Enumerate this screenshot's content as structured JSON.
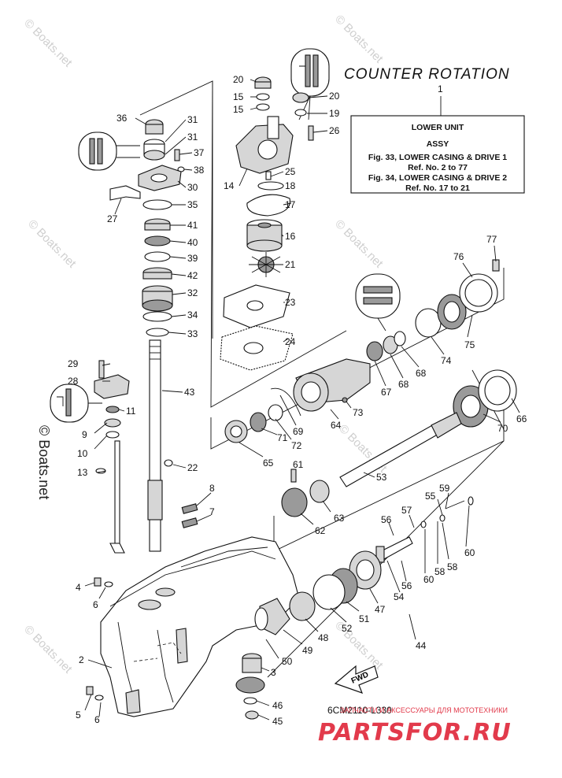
{
  "title": "COUNTER ROTATION",
  "assembly_box": {
    "ref_number": "1",
    "line1": "LOWER UNIT",
    "line2": "ASSY",
    "line3": "Fig. 33, LOWER CASING & DRIVE 1",
    "line4": "Ref. No. 2 to 77",
    "line5": "Fig. 34, LOWER CASING & DRIVE 2",
    "line6": "Ref. No. 17 to 21"
  },
  "diagram_code": "6CM2110-L330",
  "watermark": "© Boats.net",
  "footer_brand": {
    "name": "PARTSFOR.RU",
    "tagline": "ЗАПЧАСТИ И АКСЕССУАРЫ ДЛЯ МОТОТЕХНИКИ"
  },
  "fwd_label": "FWD",
  "colors": {
    "ink": "#111111",
    "brand": "#e23a4b",
    "watermark": "#cfcfcf"
  },
  "callouts": [
    {
      "label": "20"
    },
    {
      "label": "15"
    },
    {
      "label": "15"
    },
    {
      "label": "20"
    },
    {
      "label": "19"
    },
    {
      "label": "26"
    },
    {
      "label": "36"
    },
    {
      "label": "31"
    },
    {
      "label": "31"
    },
    {
      "label": "37"
    },
    {
      "label": "38"
    },
    {
      "label": "30"
    },
    {
      "label": "14"
    },
    {
      "label": "25"
    },
    {
      "label": "18"
    },
    {
      "label": "17"
    },
    {
      "label": "35"
    },
    {
      "label": "27"
    },
    {
      "label": "16"
    },
    {
      "label": "41"
    },
    {
      "label": "40"
    },
    {
      "label": "39"
    },
    {
      "label": "21"
    },
    {
      "label": "42"
    },
    {
      "label": "32"
    },
    {
      "label": "23"
    },
    {
      "label": "34"
    },
    {
      "label": "33"
    },
    {
      "label": "24"
    },
    {
      "label": "77"
    },
    {
      "label": "76"
    },
    {
      "label": "75"
    },
    {
      "label": "74"
    },
    {
      "label": "68"
    },
    {
      "label": "68"
    },
    {
      "label": "67"
    },
    {
      "label": "29"
    },
    {
      "label": "28"
    },
    {
      "label": "43"
    },
    {
      "label": "64"
    },
    {
      "label": "73"
    },
    {
      "label": "69"
    },
    {
      "label": "11"
    },
    {
      "label": "9"
    },
    {
      "label": "10"
    },
    {
      "label": "71"
    },
    {
      "label": "72"
    },
    {
      "label": "65"
    },
    {
      "label": "66"
    },
    {
      "label": "70"
    },
    {
      "label": "13"
    },
    {
      "label": "22"
    },
    {
      "label": "61"
    },
    {
      "label": "53"
    },
    {
      "label": "8"
    },
    {
      "label": "7"
    },
    {
      "label": "63"
    },
    {
      "label": "62"
    },
    {
      "label": "59"
    },
    {
      "label": "55"
    },
    {
      "label": "57"
    },
    {
      "label": "56"
    },
    {
      "label": "60"
    },
    {
      "label": "58"
    },
    {
      "label": "60"
    },
    {
      "label": "58"
    },
    {
      "label": "56"
    },
    {
      "label": "54"
    },
    {
      "label": "47"
    },
    {
      "label": "4"
    },
    {
      "label": "6"
    },
    {
      "label": "51"
    },
    {
      "label": "52"
    },
    {
      "label": "44"
    },
    {
      "label": "48"
    },
    {
      "label": "49"
    },
    {
      "label": "50"
    },
    {
      "label": "2"
    },
    {
      "label": "3"
    },
    {
      "label": "46"
    },
    {
      "label": "45"
    },
    {
      "label": "5"
    },
    {
      "label": "6"
    }
  ]
}
